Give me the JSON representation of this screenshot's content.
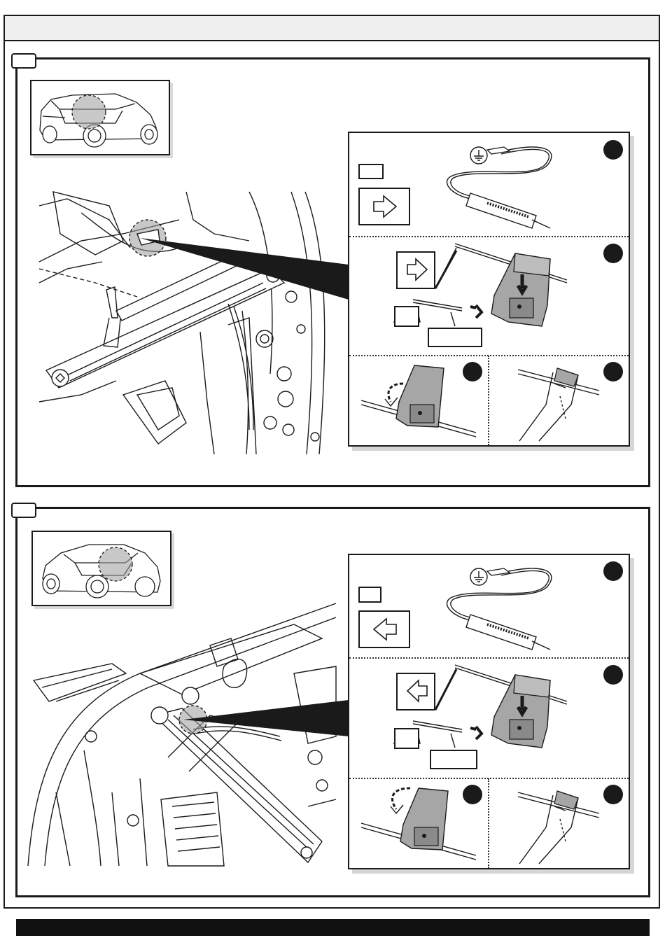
{
  "page": {
    "sections": [
      {
        "id": "upper",
        "direction_arrow": "right",
        "view": "rear-right-three-quarter"
      },
      {
        "id": "lower",
        "direction_arrow": "left",
        "view": "rear-left-three-quarter"
      }
    ],
    "icons": {
      "tester": "circuit-tester-icon",
      "ground": "ground-symbol-icon",
      "connector": "scotch-lock-connector-icon",
      "pliers": "pliers-icon"
    },
    "colors": {
      "ink": "#1a1a1a",
      "connector_fill": "#a6a6a6",
      "header_fill": "#efefef",
      "shadow": "#d6d6d6"
    }
  }
}
